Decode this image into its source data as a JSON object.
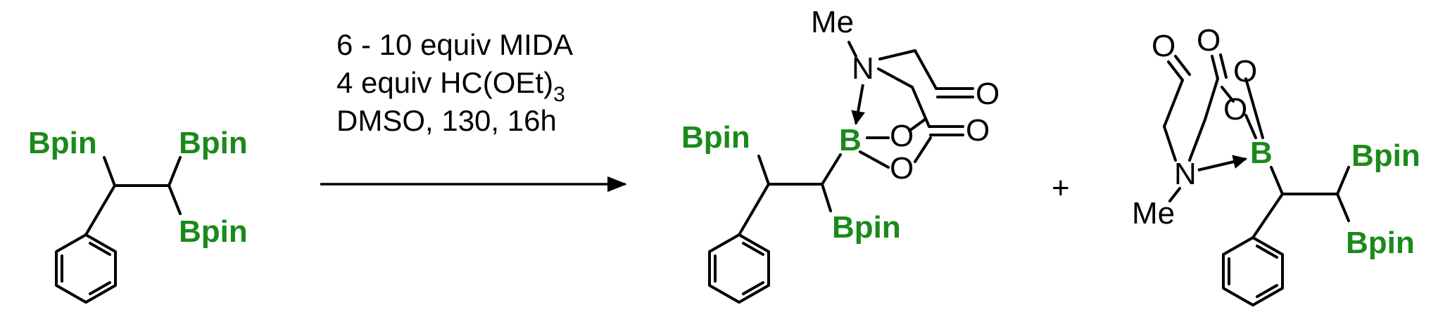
{
  "colors": {
    "boron": "#1a8a1a",
    "bond": "#000000",
    "text": "#000000"
  },
  "reactant": {
    "bpin_1": "Bpin",
    "bpin_2": "Bpin",
    "bpin_3": "Bpin"
  },
  "conditions": {
    "line1": "6 - 10 equiv MIDA",
    "line2_main": "4 equiv HC(OEt)",
    "line2_sub": "3",
    "line3": "DMSO, 130, 16h"
  },
  "product_1": {
    "bpin_top": "Bpin",
    "bpin_bottom": "Bpin",
    "boron": "B",
    "nitrogen": "N",
    "methyl": "Me",
    "oxygen": "O"
  },
  "plus": "+",
  "product_2": {
    "bpin_top": "Bpin",
    "bpin_bottom": "Bpin",
    "boron": "B",
    "nitrogen": "N",
    "methyl": "Me",
    "oxygen": "O"
  }
}
